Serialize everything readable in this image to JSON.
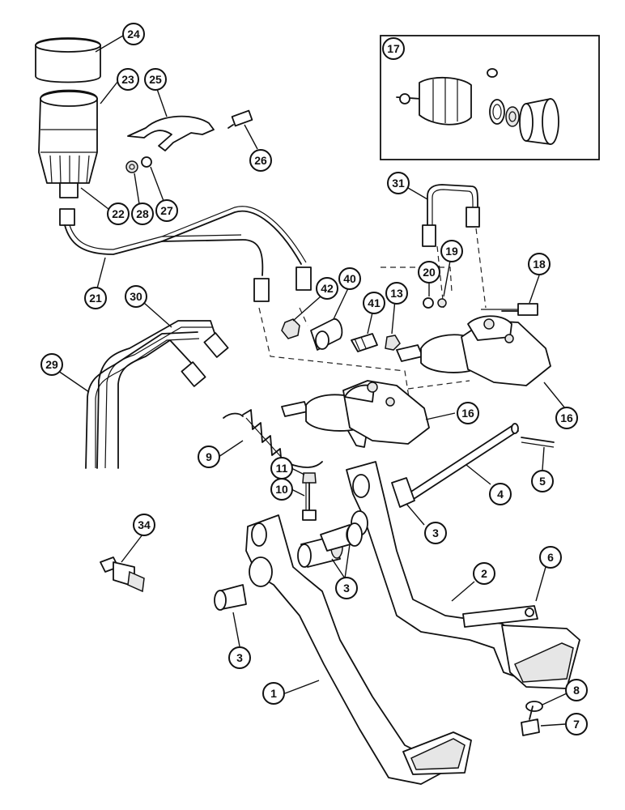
{
  "diagram": {
    "callouts": [
      {
        "id": "c24",
        "label": "24"
      },
      {
        "id": "c23",
        "label": "23"
      },
      {
        "id": "c25",
        "label": "25"
      },
      {
        "id": "c26",
        "label": "26"
      },
      {
        "id": "c22",
        "label": "22"
      },
      {
        "id": "c28",
        "label": "28"
      },
      {
        "id": "c27",
        "label": "27"
      },
      {
        "id": "c21",
        "label": "21"
      },
      {
        "id": "c17",
        "label": "17"
      },
      {
        "id": "c31",
        "label": "31"
      },
      {
        "id": "c20",
        "label": "20"
      },
      {
        "id": "c19",
        "label": "19"
      },
      {
        "id": "c18",
        "label": "18"
      },
      {
        "id": "c30",
        "label": "30"
      },
      {
        "id": "c42",
        "label": "42"
      },
      {
        "id": "c40",
        "label": "40"
      },
      {
        "id": "c41",
        "label": "41"
      },
      {
        "id": "c13",
        "label": "13"
      },
      {
        "id": "c29",
        "label": "29"
      },
      {
        "id": "c16a",
        "label": "16"
      },
      {
        "id": "c16b",
        "label": "16"
      },
      {
        "id": "c9",
        "label": "9"
      },
      {
        "id": "c11",
        "label": "11"
      },
      {
        "id": "c10",
        "label": "10"
      },
      {
        "id": "c5",
        "label": "5"
      },
      {
        "id": "c4",
        "label": "4"
      },
      {
        "id": "c3a",
        "label": "3"
      },
      {
        "id": "c34",
        "label": "34"
      },
      {
        "id": "c3b",
        "label": "3"
      },
      {
        "id": "c6",
        "label": "6"
      },
      {
        "id": "c2",
        "label": "2"
      },
      {
        "id": "c3c",
        "label": "3"
      },
      {
        "id": "c8",
        "label": "8"
      },
      {
        "id": "c7",
        "label": "7"
      },
      {
        "id": "c1",
        "label": "1"
      }
    ]
  }
}
